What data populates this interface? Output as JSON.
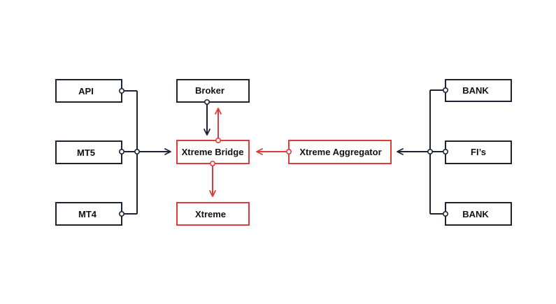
{
  "colors": {
    "dark": "#1f2230",
    "accent": "#e03b3b",
    "background": "#ffffff"
  },
  "nodes": {
    "api": "API",
    "mt5": "MT5",
    "mt4": "MT4",
    "broker": "Broker",
    "xtreme_bridge": "Xtreme Bridge",
    "xtreme": "Xtreme",
    "xtreme_aggregator": "Xtreme Aggregator",
    "bank_top": "BANK",
    "fis": "FI’s",
    "bank_bottom": "BANK"
  }
}
